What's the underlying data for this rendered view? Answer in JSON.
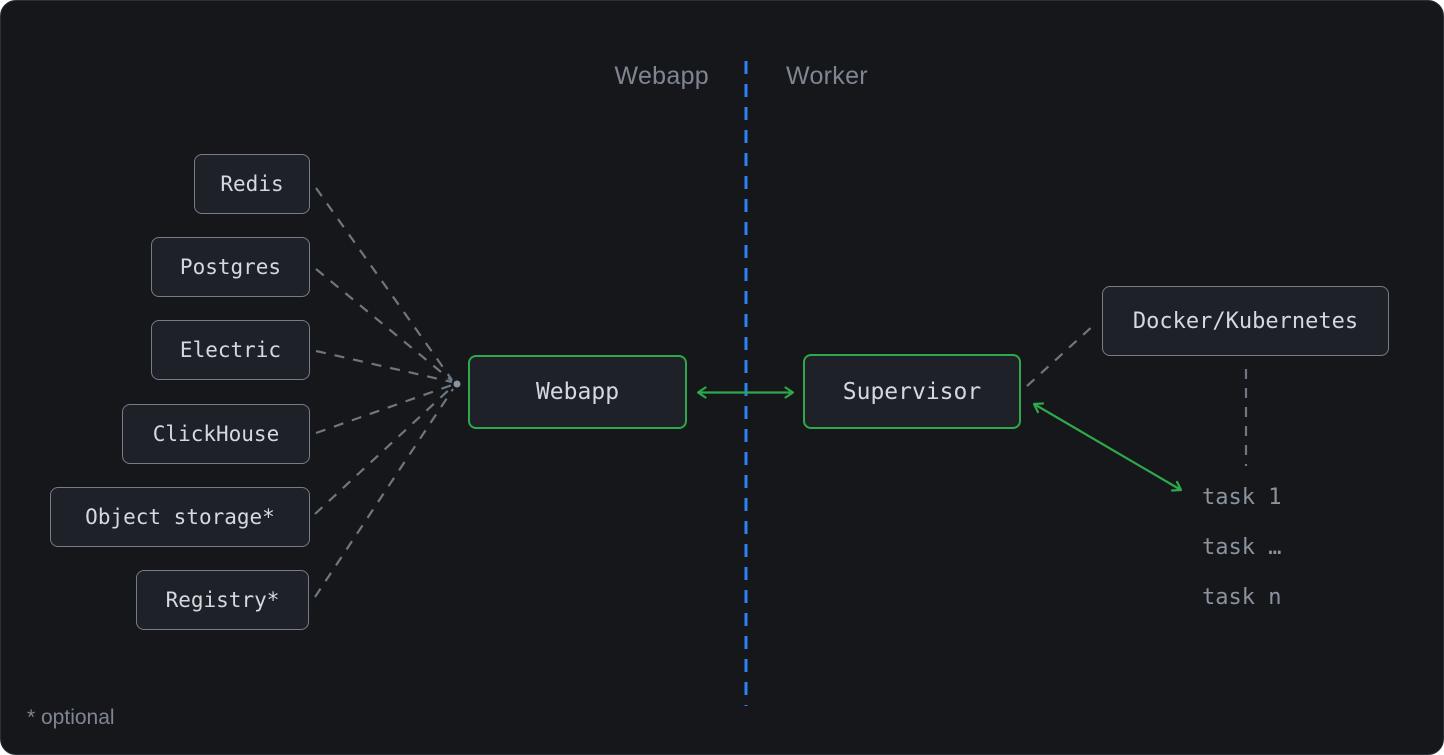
{
  "diagram": {
    "header": {
      "left_zone_label": "Webapp",
      "right_zone_label": "Worker"
    },
    "dependencies": [
      {
        "label": "Redis"
      },
      {
        "label": "Postgres"
      },
      {
        "label": "Electric"
      },
      {
        "label": "ClickHouse"
      },
      {
        "label": "Object storage*"
      },
      {
        "label": "Registry*"
      }
    ],
    "nodes": {
      "webapp": "Webapp",
      "supervisor": "Supervisor",
      "runtime": "Docker/Kubernetes"
    },
    "tasks": [
      "task 1",
      "task …",
      "task n"
    ],
    "footnote": "* optional",
    "colors": {
      "canvas_background": "#15171b",
      "canvas_border": "#2b3036",
      "box_fill": "#1e2127",
      "box_border_gray": "#757d86",
      "node_border_green": "#2ea84a",
      "arrow_green": "#2ea84a",
      "divider_blue": "#2f81f7",
      "connector_gray": "#6e7681",
      "text_primary": "#d4d9df",
      "text_muted": "#8b949e",
      "zone_label_text": "#7f8691"
    }
  }
}
